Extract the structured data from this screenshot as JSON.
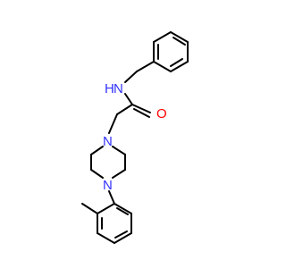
{
  "molecule": {
    "atom_labels": {
      "amide_n": "N",
      "amide_h": "H",
      "carbonyl_o": "O",
      "piperazine_n1": "N",
      "piperazine_n4": "N"
    },
    "colors": {
      "bond": "#000000",
      "nitrogen": "#3333ff",
      "oxygen": "#ff0000",
      "background": "#ffffff"
    }
  }
}
